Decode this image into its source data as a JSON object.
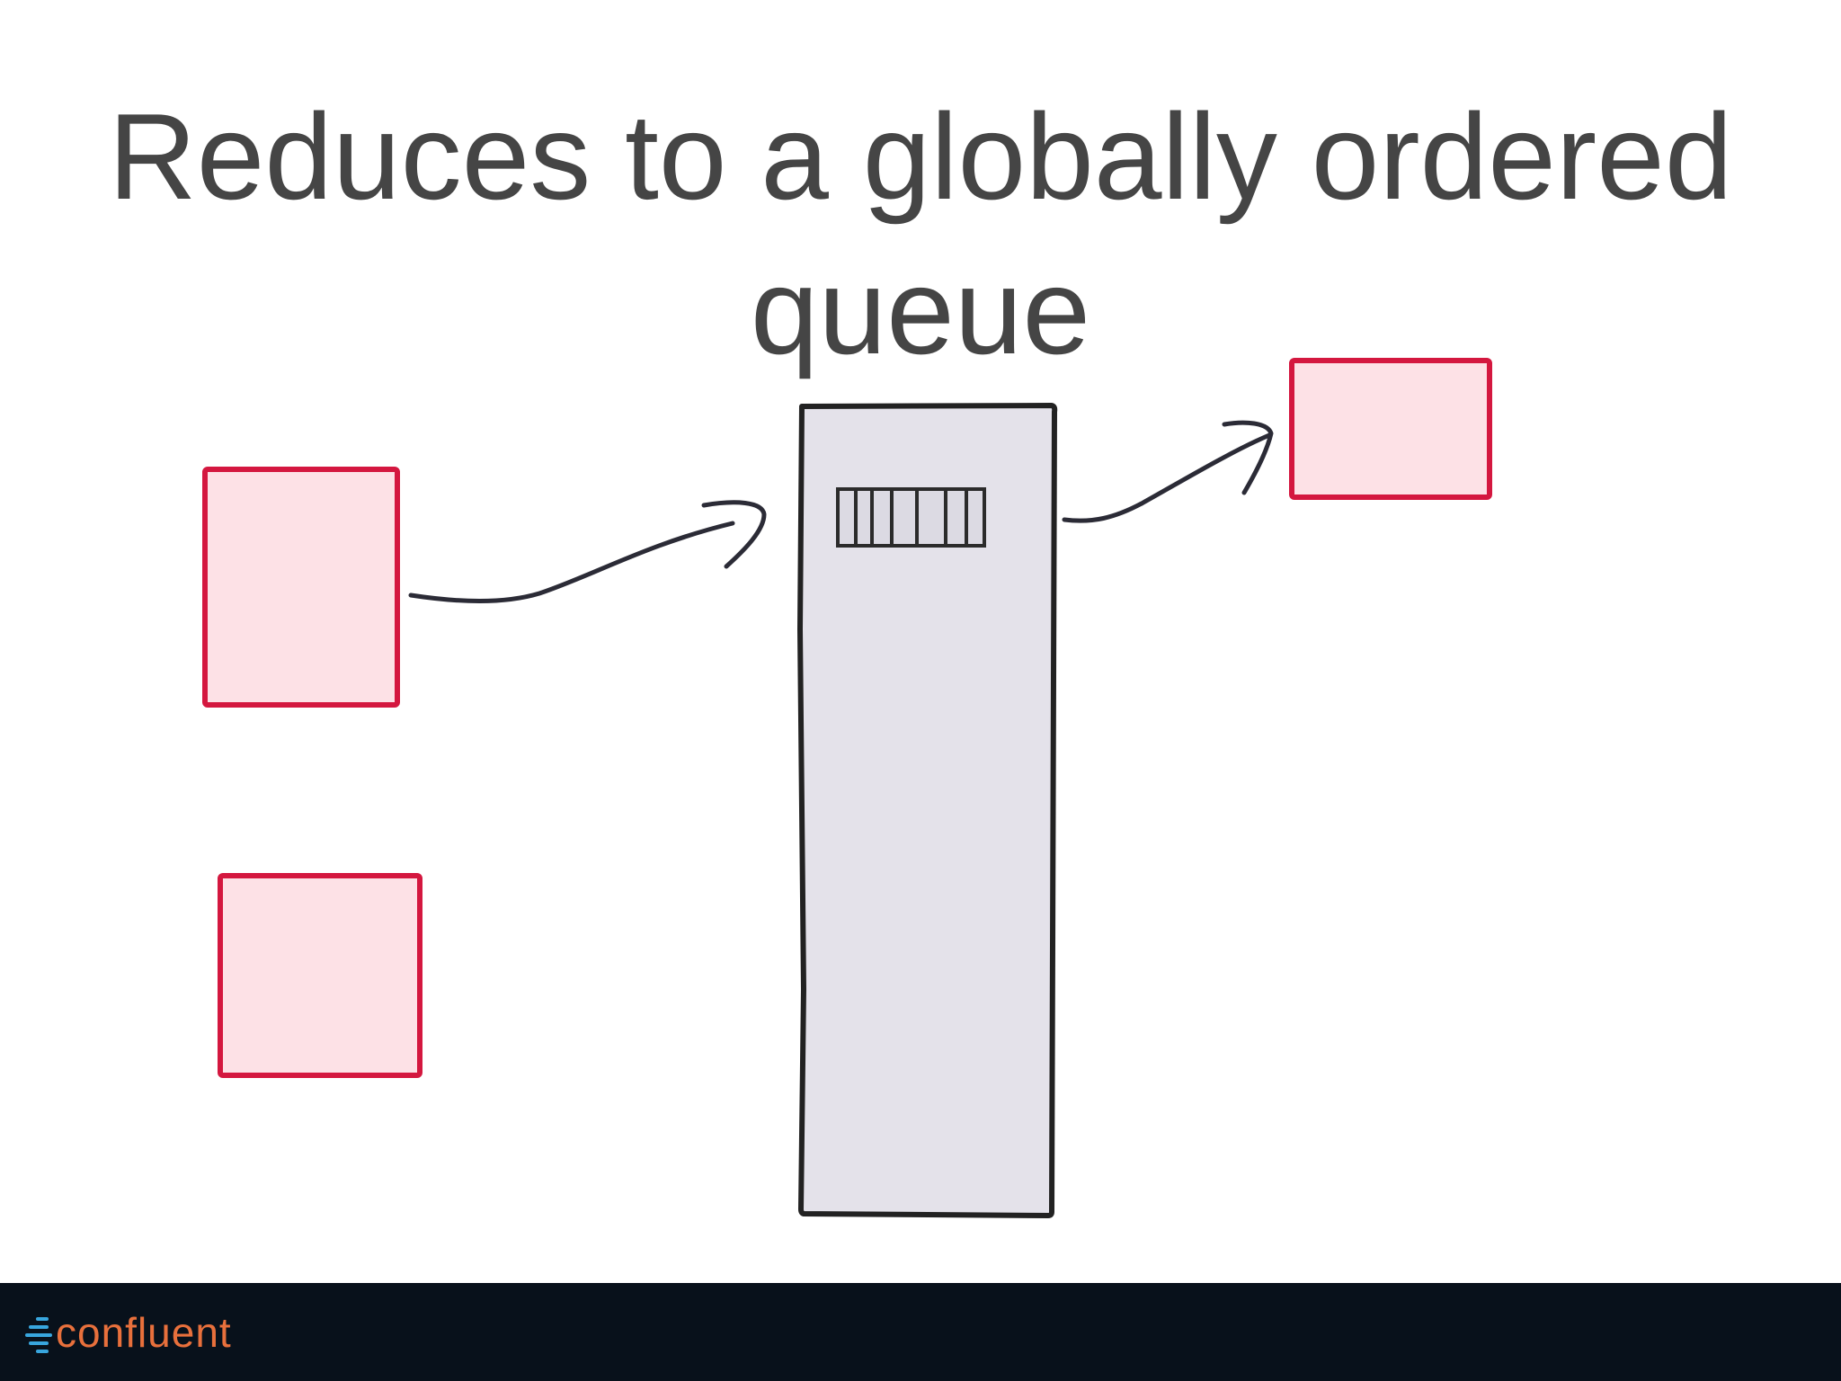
{
  "slide": {
    "title_line1": "Reduces to a globally ordered",
    "title_line2": "queue"
  },
  "diagram": {
    "producer_color": "#fde1e6",
    "producer_border": "#d4173f",
    "log_color": "#e4e2ea",
    "log_border": "#222222",
    "arrow_color": "#2b2b36"
  },
  "footer": {
    "brand": "confluent",
    "background": "#08111b",
    "brand_color": "#e8703c",
    "mark_color": "#38a6de"
  }
}
